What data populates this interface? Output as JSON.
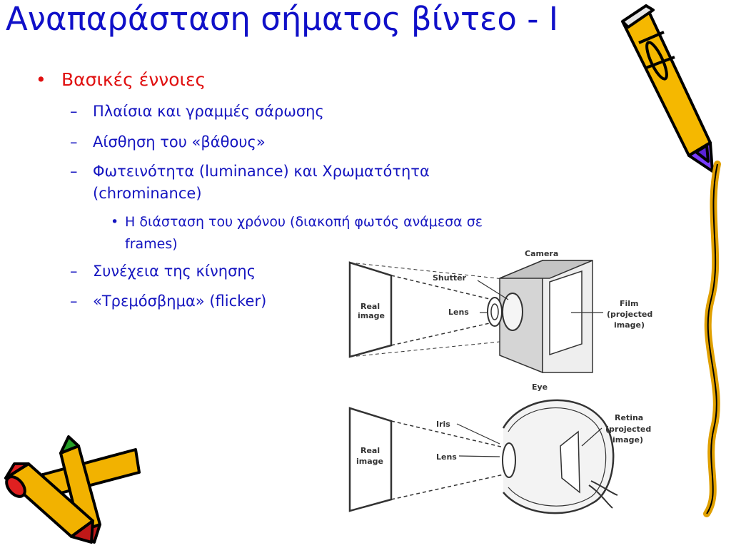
{
  "slide": {
    "title": "Αναπαράσταση σήματος βίντεο - Ι",
    "level1": {
      "bullet": "•",
      "text": "Βασικές έννοιες"
    },
    "items": [
      {
        "mark": "–",
        "lines": [
          "Πλαίσια και γραμμές σάρωσης"
        ]
      },
      {
        "mark": "–",
        "lines": [
          "Αίσθηση του «βάθους»"
        ]
      },
      {
        "mark": "–",
        "lines": [
          "Φωτεινότητα (luminance) και Χρωματότητα",
          "(chrominance)"
        ]
      },
      {
        "mark": "–",
        "lines": [
          "Συνέχεια της κίνησης"
        ]
      },
      {
        "mark": "–",
        "lines": [
          "«Τρεμόσβημα» (flicker)"
        ]
      }
    ],
    "subitem": {
      "mark": "•",
      "lines": [
        "Η διάσταση του χρόνου (διακοπή φωτός ανάμεσα σε",
        "frames)"
      ]
    }
  },
  "camera_diagram": {
    "heading": "Camera",
    "real_image": [
      "Real",
      "image"
    ],
    "shutter": "Shutter",
    "lens": "Lens",
    "film": [
      "Film",
      "(projected",
      "image)"
    ]
  },
  "eye_diagram": {
    "heading": "Eye",
    "real_image": [
      "Real",
      "image"
    ],
    "iris": "Iris",
    "lens": "Lens",
    "retina": [
      "Retina",
      "(projected",
      "image)"
    ]
  },
  "icons": {
    "pencil_top_right": "pencil-icon",
    "crayons_bottom_left": "crayons-icon",
    "squiggle_right": "squiggle-line-icon"
  }
}
